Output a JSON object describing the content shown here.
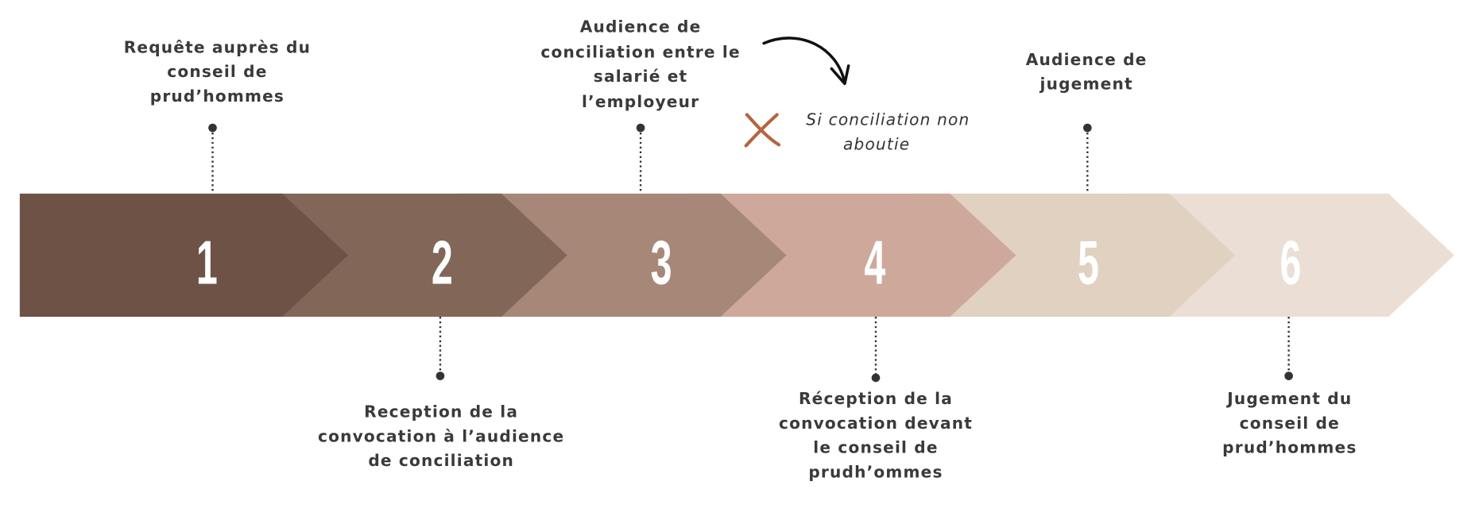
{
  "steps": [
    {
      "number": "1",
      "color": "#6e5246",
      "label": [
        "Requête auprès du",
        "conseil de",
        "prud’hommes"
      ]
    },
    {
      "number": "2",
      "color": "#826657",
      "label": [
        "Reception de la",
        "convocation à l’audience",
        "de conciliation"
      ]
    },
    {
      "number": "3",
      "color": "#a78878",
      "label": [
        "Audience de",
        "conciliation entre le",
        "salarié et",
        "l’employeur"
      ]
    },
    {
      "number": "4",
      "color": "#cea99b",
      "label": [
        "Réception de la",
        "convocation devant",
        "le conseil de",
        "prudh’ommes"
      ]
    },
    {
      "number": "5",
      "color": "#e1d1c1",
      "label": [
        "Audience de",
        "jugement"
      ]
    },
    {
      "number": "6",
      "color": "#ebdfd5",
      "label": [
        "Jugement du",
        "conseil de",
        "prud’hommes"
      ]
    }
  ],
  "note": {
    "lines": [
      "Si conciliation non",
      "aboutie"
    ],
    "icon": "cross-icon",
    "icon_color": "#b5643f"
  }
}
